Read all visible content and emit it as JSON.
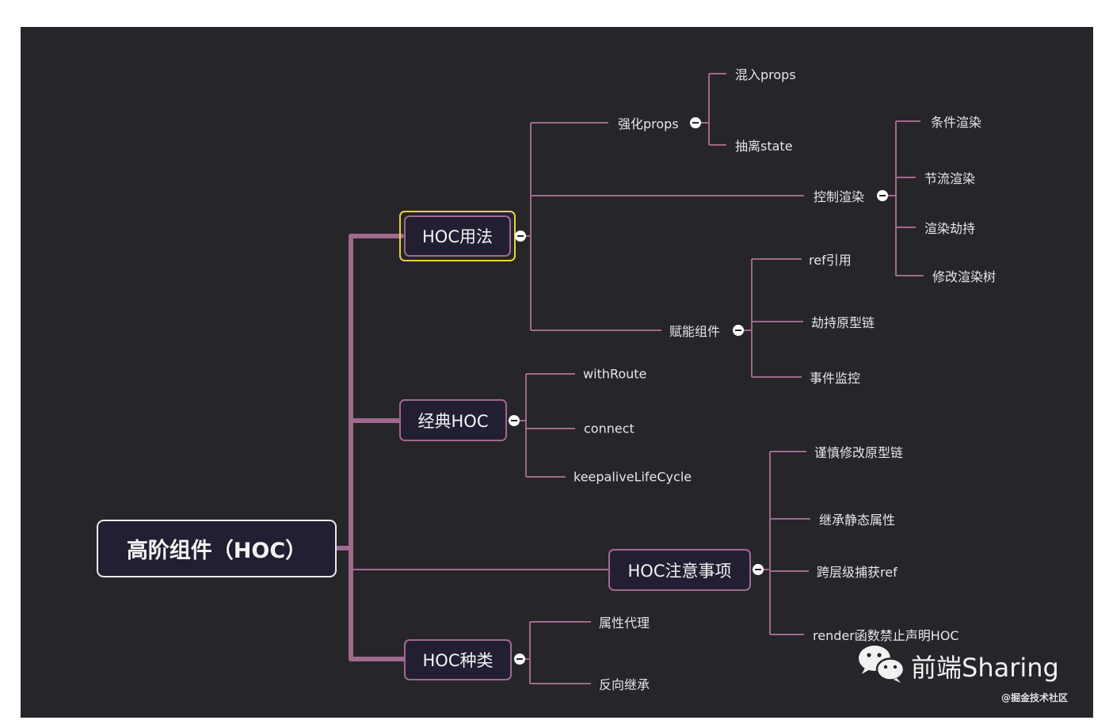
{
  "mindmap": {
    "root": "高阶组件（HOC）",
    "usage": {
      "title": "HOC用法",
      "enhance_props": {
        "label": "强化props",
        "children": [
          "混入props",
          "抽离state"
        ]
      },
      "control_render": {
        "label": "控制渲染",
        "children": [
          "条件渲染",
          "节流渲染",
          "渲染劫持",
          "修改渲染树"
        ]
      },
      "empower": {
        "label": "赋能组件",
        "children": [
          "ref引用",
          "劫持原型链",
          "事件监控"
        ]
      }
    },
    "classic": {
      "title": "经典HOC",
      "children": [
        "withRoute",
        "connect",
        "keepaliveLifeCycle"
      ]
    },
    "caveats": {
      "title": "HOC注意事项",
      "children": [
        "谨慎修改原型链",
        "继承静态属性",
        "跨层级捕获ref",
        "render函数禁止声明HOC"
      ]
    },
    "kinds": {
      "title": "HOC种类",
      "children": [
        "属性代理",
        "反向继承"
      ]
    }
  },
  "watermark": {
    "brand": "前端Sharing",
    "site": "@掘金技术社区",
    "icon": "wechat-icon"
  },
  "colors": {
    "background": "#26252a",
    "branch": "#a06a8c",
    "node_fill": "#221f33",
    "selected": "#e8d23c"
  }
}
